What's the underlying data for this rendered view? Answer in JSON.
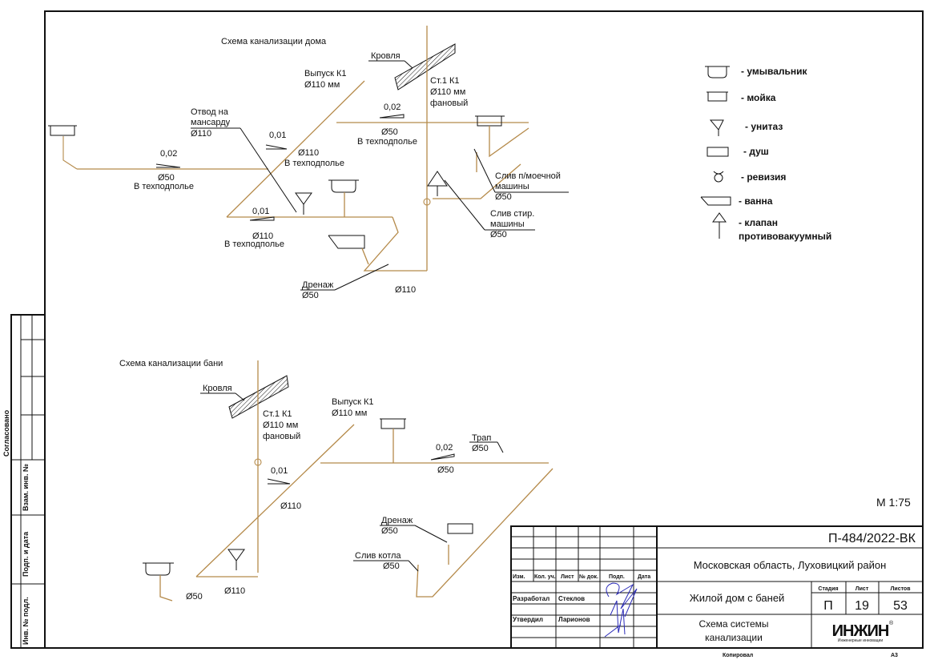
{
  "house_scheme": {
    "title": "Схема канализации дома",
    "roof_label": "Кровля",
    "riser": [
      "Ст.1  К1",
      "Ø110 мм",
      "фановый"
    ],
    "outlet": [
      "Выпуск К1",
      "Ø110 мм"
    ],
    "attic_branch": [
      "Отвод на",
      "мансарду",
      "Ø110"
    ],
    "slope_001_a": "0,01",
    "pipe_110_a": [
      "Ø110",
      "В техподполье"
    ],
    "slope_002_a": "0,02",
    "pipe_50_a": [
      "Ø50",
      "В техподполье"
    ],
    "slope_002_b": "0,02",
    "pipe_50_b": [
      "Ø50",
      "В техподполье"
    ],
    "slope_001_b": "0,01",
    "pipe_110_b": [
      "Ø110",
      "В техподполье"
    ],
    "dishwasher": [
      "Слив п/моечной",
      "машины",
      "Ø50"
    ],
    "washer": [
      "Слив стир.",
      "машины",
      "Ø50"
    ],
    "drain": [
      "Дренаж",
      "Ø50"
    ],
    "pipe_110_c": "Ø110"
  },
  "bath_scheme": {
    "title": "Схема канализации бани",
    "roof_label": "Кровля",
    "riser": [
      "Ст.1  К1",
      "Ø110 мм",
      "фановый"
    ],
    "outlet": [
      "Выпуск К1",
      "Ø110 мм"
    ],
    "slope_001": "0,01",
    "pipe_110_a": "Ø110",
    "slope_002": "0,02",
    "pipe_50_a": "Ø50",
    "trap": [
      "Трап",
      "Ø50"
    ],
    "drain": [
      "Дренаж",
      "Ø50"
    ],
    "boiler": [
      "Слив котла",
      "Ø50"
    ],
    "pipe_50_b": "Ø50",
    "pipe_110_b": "Ø110"
  },
  "legend": [
    {
      "icon": "washbasin-icon",
      "label": "- умывальник"
    },
    {
      "icon": "sink-icon",
      "label": "- мойка"
    },
    {
      "icon": "toilet-icon",
      "label": "- унитаз"
    },
    {
      "icon": "shower-icon",
      "label": "- душ"
    },
    {
      "icon": "revision-icon",
      "label": "- ревизия"
    },
    {
      "icon": "bathtub-icon",
      "label": "- ванна"
    },
    {
      "icon": "vacuum-valve-icon",
      "label": "- клапан",
      "label2": "противовакуумный"
    }
  ],
  "scale": "М 1:75",
  "side_stamp": {
    "agreed": "Согласовано",
    "replace_inv": "Взам. инв. №",
    "sign_date": "Подп. и дата",
    "inv_orig": "Инв. № подл."
  },
  "title_block": {
    "code": "П-484/2022-ВК",
    "location": "Московская область, Луховицкий район",
    "object": "Жилой дом с баней",
    "sheet_title": [
      "Схема системы",
      "канализации"
    ],
    "cols": [
      "Изм.",
      "Кол. уч.",
      "Лист",
      "№ док.",
      "Подп.",
      "Дата"
    ],
    "developed_label": "Разработал",
    "developed_name": "Стеклов",
    "approved_label": "Утвердил",
    "approved_name": "Ларионов",
    "stage_label": "Стадия",
    "sheet_label": "Лист",
    "sheets_label": "Листов",
    "stage": "П",
    "sheet": "19",
    "sheets": "53",
    "logo": "ИНЖИН",
    "logo_sub": "Инженерные инновации",
    "copied": "Копировал",
    "format": "А3"
  }
}
